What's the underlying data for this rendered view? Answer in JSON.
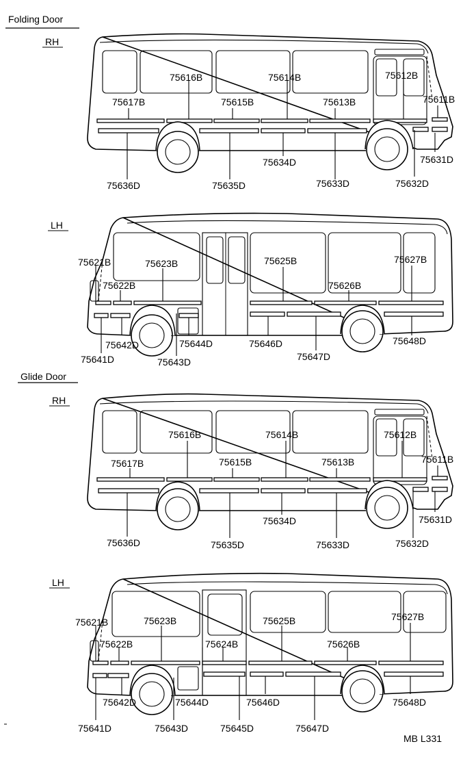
{
  "sections": {
    "folding_door": "Folding Door",
    "glide_door": "Glide Door"
  },
  "sides": {
    "rh": "RH",
    "lh": "LH"
  },
  "views": {
    "fd_rh": {
      "b1": "75616B",
      "b2": "75614B",
      "b3": "75612B",
      "b4": "75617B",
      "b5": "75615B",
      "b6": "75613B",
      "b7": "75611B",
      "d1": "75634D",
      "d2": "75631D",
      "d3": "75636D",
      "d4": "75635D",
      "d5": "75633D",
      "d6": "75632D"
    },
    "fd_lh": {
      "b1": "75621B",
      "b2": "75623B",
      "b3": "75625B",
      "b4": "75627B",
      "b5": "75622B",
      "b6": "75626B",
      "d1": "75642D",
      "d2": "75644D",
      "d3": "75646D",
      "d4": "75648D",
      "d5": "75641D",
      "d6": "75643D",
      "d7": "75647D"
    },
    "gd_rh": {
      "b1": "75616B",
      "b2": "75614B",
      "b3": "75612B",
      "b4": "75617B",
      "b5": "75615B",
      "b6": "75613B",
      "b7": "75611B",
      "d1": "75634D",
      "d2": "75631D",
      "d3": "75636D",
      "d4": "75635D",
      "d5": "75633D",
      "d6": "75632D"
    },
    "gd_lh": {
      "b1": "75621B",
      "b2": "75623B",
      "b3": "75625B",
      "b4": "75627B",
      "b5": "75622B",
      "b6": "75624B",
      "b7": "75626B",
      "d1": "75642D",
      "d2": "75644D",
      "d3": "75646D",
      "d4": "75648D",
      "d5": "75641D",
      "d6": "75643D",
      "d7": "75645D",
      "d8": "75647D"
    }
  },
  "footer_code": "MB L331"
}
